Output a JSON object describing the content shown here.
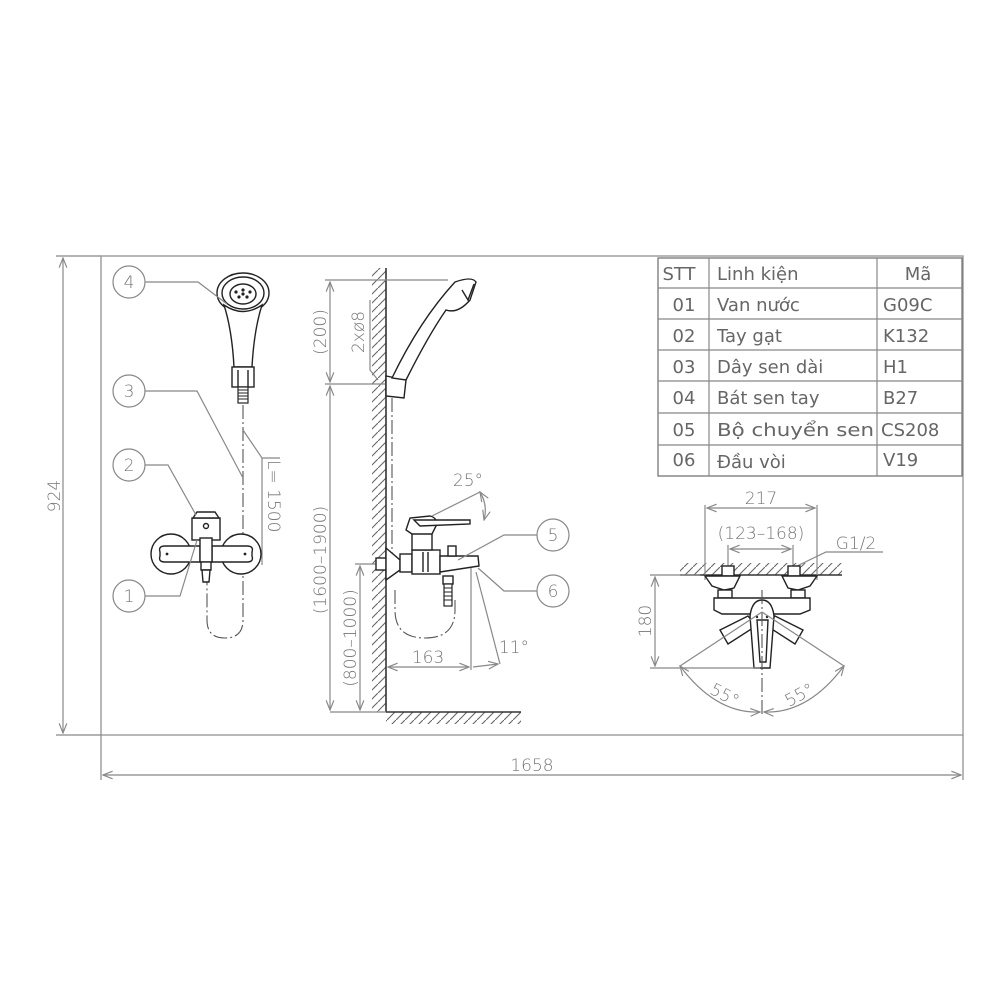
{
  "drawing": {
    "overall_height": "924",
    "overall_width": "1658",
    "side_view": {
      "handshower_offset": "(200)",
      "mount_holes": "2xø8",
      "handshower_height_range": "(1600–1900)",
      "mixer_height_range": "(800–1000)",
      "spout_projection": "163",
      "lever_angle": "25°",
      "spout_angle": "11°"
    },
    "front_view": {
      "hose_length": "L= 1500"
    },
    "top_view": {
      "width": "217",
      "center_distance_range": "(123–168)",
      "thread": "G1/2",
      "depth": "180",
      "swing_left": "55°",
      "swing_right": "55°"
    },
    "callouts": [
      "1",
      "2",
      "3",
      "4",
      "5",
      "6"
    ]
  },
  "parts_table": {
    "headers": [
      "STT",
      "Linh kiện",
      "Mã"
    ],
    "rows": [
      {
        "stt": "01",
        "name": "Van nước",
        "code": "G09C"
      },
      {
        "stt": "02",
        "name": "Tay gạt",
        "code": "K132"
      },
      {
        "stt": "03",
        "name": "Dây sen dài",
        "code": "H1"
      },
      {
        "stt": "04",
        "name": "Bát sen tay",
        "code": "B27"
      },
      {
        "stt": "05",
        "name": "Bộ chuyển sen",
        "code": "CS208"
      },
      {
        "stt": "06",
        "name": "Đầu vòi",
        "code": "V19"
      }
    ]
  }
}
